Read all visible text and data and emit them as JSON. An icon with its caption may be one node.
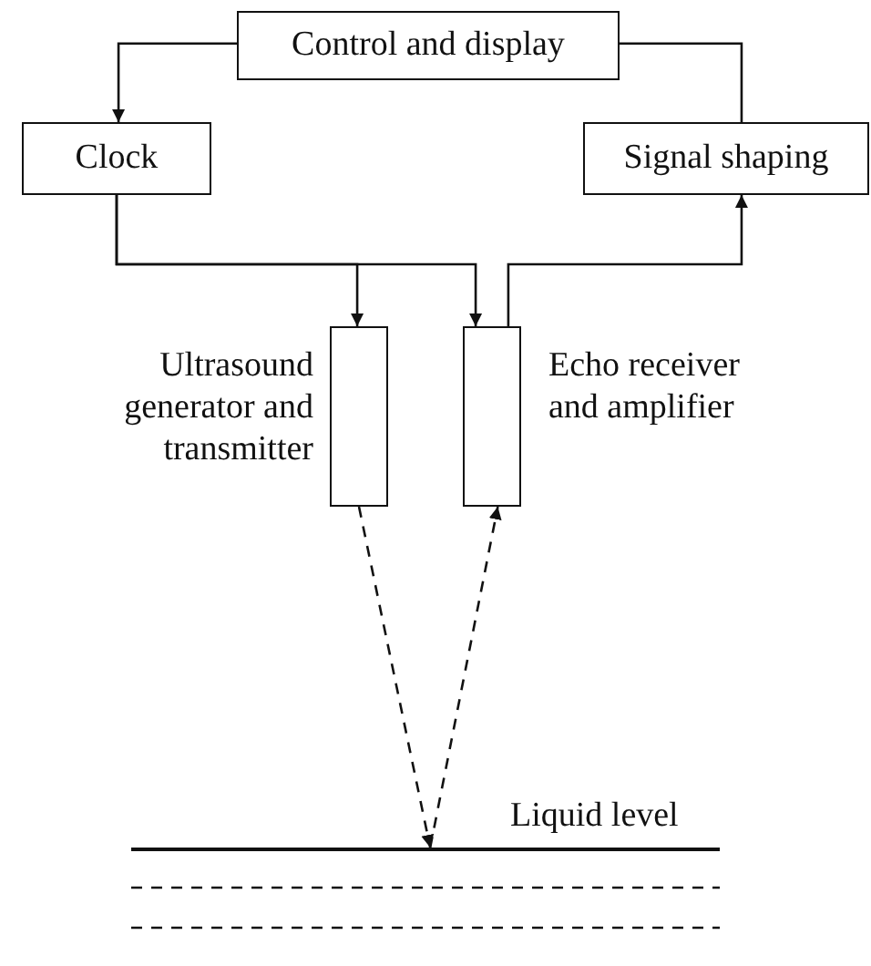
{
  "diagram": {
    "nodes": [
      {
        "text": [
          "Control and display"
        ]
      },
      {
        "text": [
          "Clock"
        ]
      },
      {
        "text": [
          "Signal shaping"
        ]
      },
      {
        "text": [],
        "shape": "box",
        "beside": [
          "Ultrasound generator and transmitter"
        ]
      },
      {
        "text": [],
        "shape": "box",
        "beside": [
          "Echo receiver and amplifier"
        ]
      },
      {
        "text": [],
        "shape": "bar",
        "beside": [
          "Liquid level"
        ]
      }
    ],
    "edges": [
      {
        "from": 0,
        "to": 1,
        "arrow": "to"
      },
      {
        "from": 0,
        "to": 2,
        "arrow": "none"
      },
      {
        "from": 1,
        "to": 3,
        "arrow": "to"
      },
      {
        "from": 1,
        "to": 4,
        "arrow": "to"
      },
      {
        "from": 4,
        "to": 2,
        "arrow": "to"
      },
      {
        "from": 3,
        "to": 5,
        "arrow": "to",
        "style": "dashed"
      },
      {
        "from": 5,
        "to": 4,
        "arrow": "to",
        "style": "dashed"
      }
    ]
  }
}
